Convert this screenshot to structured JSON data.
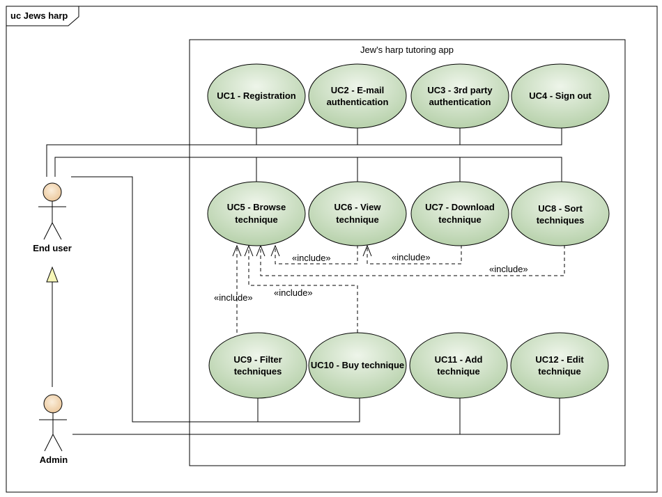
{
  "frame": {
    "title": "uc Jews harp"
  },
  "system": {
    "title": "Jew's harp tutoring app"
  },
  "actors": [
    {
      "id": "end_user",
      "name": "End user"
    },
    {
      "id": "admin",
      "name": "Admin"
    }
  ],
  "use_cases": [
    {
      "id": "uc1",
      "lines": [
        "UC1 - Registration"
      ]
    },
    {
      "id": "uc2",
      "lines": [
        "UC2 - E-mail",
        "authentication"
      ]
    },
    {
      "id": "uc3",
      "lines": [
        "UC3 - 3rd party",
        "authentication"
      ]
    },
    {
      "id": "uc4",
      "lines": [
        "UC4 - Sign out"
      ]
    },
    {
      "id": "uc5",
      "lines": [
        "UC5 - Browse",
        "technique"
      ]
    },
    {
      "id": "uc6",
      "lines": [
        "UC6 - View",
        "technique"
      ]
    },
    {
      "id": "uc7",
      "lines": [
        "UC7 - Download",
        "technique"
      ]
    },
    {
      "id": "uc8",
      "lines": [
        "UC8 - Sort",
        "techniques"
      ]
    },
    {
      "id": "uc9",
      "lines": [
        "UC9 - Filter",
        "techniques"
      ]
    },
    {
      "id": "uc10",
      "lines": [
        "UC10 - Buy technique"
      ]
    },
    {
      "id": "uc11",
      "lines": [
        "UC11 - Add",
        "technique"
      ]
    },
    {
      "id": "uc12",
      "lines": [
        "UC12 - Edit",
        "technique"
      ]
    }
  ],
  "relations": {
    "include_label": "«include»",
    "generalization": {
      "child": "admin",
      "parent": "end_user"
    },
    "associations": [
      {
        "actor": "end_user",
        "use_cases": [
          "uc1",
          "uc2",
          "uc3",
          "uc4",
          "uc5",
          "uc6",
          "uc7",
          "uc8",
          "uc9",
          "uc10"
        ]
      },
      {
        "actor": "admin",
        "use_cases": [
          "uc11",
          "uc12"
        ]
      }
    ],
    "includes": [
      {
        "from": "uc6",
        "to": "uc5"
      },
      {
        "from": "uc7",
        "to": "uc6"
      },
      {
        "from": "uc8",
        "to": "uc5"
      },
      {
        "from": "uc9",
        "to": "uc5"
      },
      {
        "from": "uc10",
        "to": "uc5"
      }
    ]
  },
  "colors": {
    "use_case_fill_light": "#e8f1e4",
    "use_case_fill_dark": "#b9d3ae",
    "use_case_stroke": "#000000",
    "actor_head_fill": "#f3dcc0",
    "frame_stroke": "#000000"
  }
}
